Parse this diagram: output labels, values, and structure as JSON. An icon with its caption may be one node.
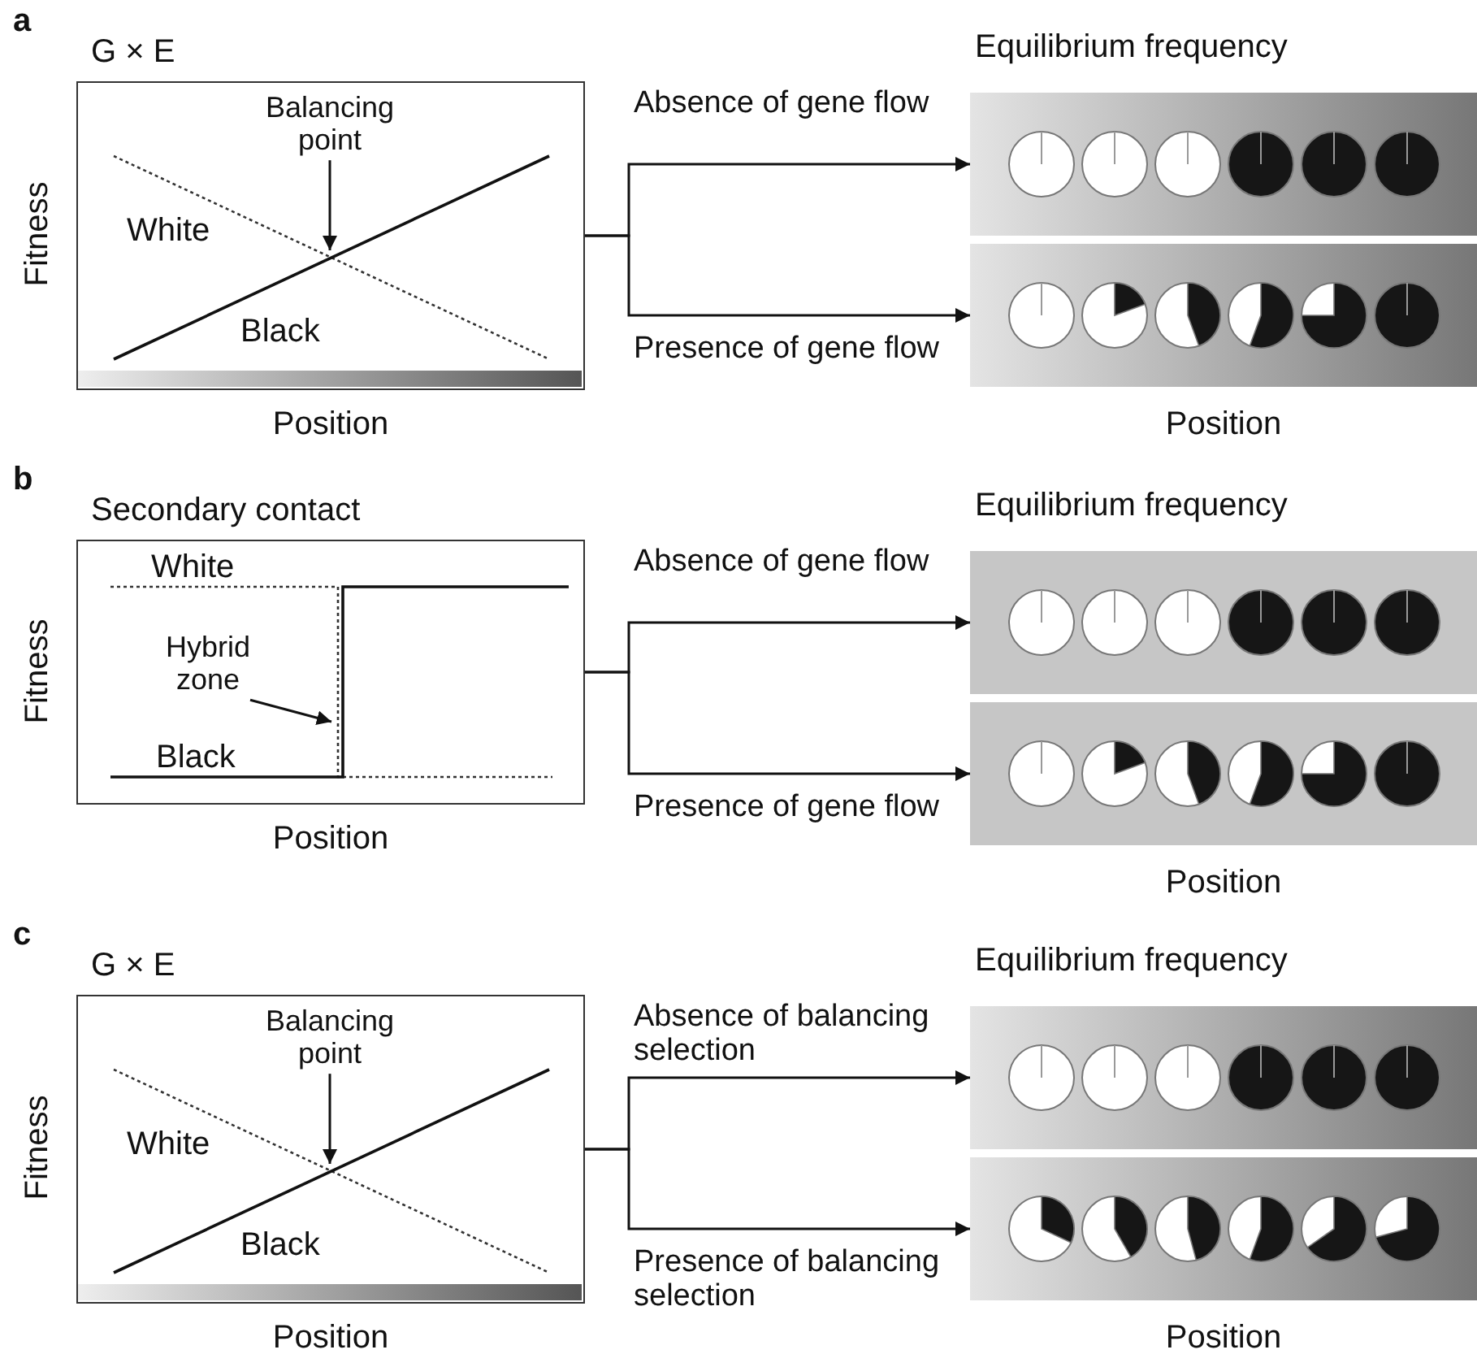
{
  "diagram": {
    "nodes": [
      {
        "text": [
          "G × E"
        ]
      },
      {
        "text": [
          "Balancing point"
        ],
        "in": 0
      },
      {
        "text": [],
        "shape": "box",
        "beside": [
          "Equilibrium frequency"
        ]
      },
      {
        "text": [],
        "shape": "box",
        "beside": [
          "Position"
        ]
      },
      {
        "text": [
          "Secondary contact"
        ]
      },
      {
        "text": [
          "Hybrid zone"
        ],
        "in": 4
      },
      {
        "text": [],
        "shape": "box",
        "beside": [
          "Equilibrium frequency"
        ]
      },
      {
        "text": [],
        "shape": "box",
        "beside": [
          "Position"
        ]
      },
      {
        "text": [
          "G × E"
        ]
      },
      {
        "text": [
          "Balancing point"
        ],
        "in": 8
      },
      {
        "text": [],
        "shape": "box",
        "beside": [
          "Equilibrium frequency"
        ]
      },
      {
        "text": [],
        "shape": "box",
        "beside": [
          "Position"
        ]
      }
    ],
    "edges": [
      {
        "from": 0,
        "to": 2,
        "arrow": "to",
        "label": "Absence of gene flow"
      },
      {
        "from": 0,
        "to": 3,
        "arrow": "to",
        "label": "Presence of gene flow"
      },
      {
        "from": 1,
        "to": null,
        "arrow": "to"
      },
      {
        "from": 4,
        "to": 6,
        "arrow": "to",
        "label": "Absence of gene flow"
      },
      {
        "from": 4,
        "to": 7,
        "arrow": "to",
        "label": "Presence of gene flow"
      },
      {
        "from": 5,
        "to": null,
        "arrow": "to"
      },
      {
        "from": 8,
        "to": 10,
        "arrow": "to",
        "label": "Absence of balancing selection"
      },
      {
        "from": 8,
        "to": 11,
        "arrow": "to",
        "label": "Presence of balancing selection"
      },
      {
        "from": 9,
        "to": null,
        "arrow": "to"
      }
    ],
    "labels": [
      "a",
      "Fitness",
      "White",
      "Black",
      "Position",
      "b",
      "Fitness",
      "White",
      "Black",
      "Position",
      "c",
      "Fitness",
      "White",
      "Black",
      "Position"
    ]
  }
}
